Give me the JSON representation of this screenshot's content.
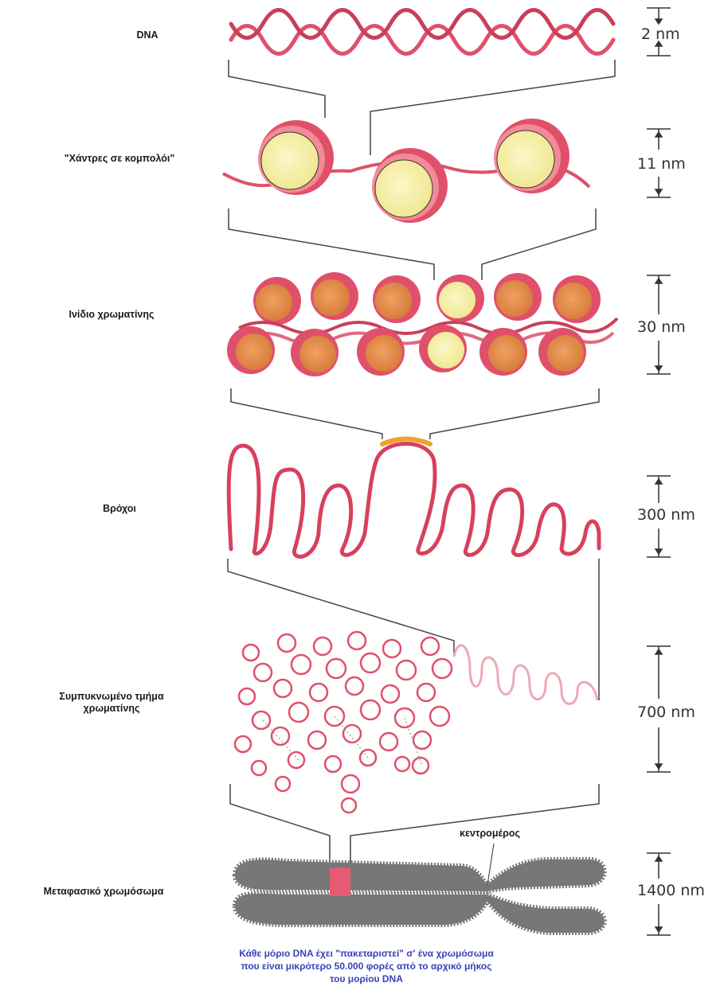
{
  "levels": [
    {
      "label": "DNA",
      "size": "2 nm"
    },
    {
      "label": "\"Χάντρες σε κομπολόι\"",
      "size": "11 nm"
    },
    {
      "label": "Ινίδιο χρωματίνης",
      "size": "30 nm"
    },
    {
      "label": "Βρόχοι",
      "size": "300 nm"
    },
    {
      "label_line1": "Συμπυκνωμένο τμήμα",
      "label_line2": "χρωματίνης",
      "size": "700 nm"
    },
    {
      "label": "Μεταφασικό χρωμόσωμα",
      "size": "1400 nm"
    }
  ],
  "centromere_label": "κεντρομέρος",
  "caption": {
    "line1": "Κάθε μόριο DNA έχει \"πακεταριστεί\" σ' ένα χρωμόσωμα",
    "line2": "που είναι μικρότερο 50.000 φορές από το αρχικό μήκος",
    "line3": "του μορίου DNA"
  },
  "colors": {
    "dna": "#e0506a",
    "histone_light": "#f5f0a8",
    "histone_orange": "#e08a4a",
    "chromosome": "#7a7a7a",
    "loop_highlight": "#f0a030",
    "caption": "#3a3fb8"
  }
}
